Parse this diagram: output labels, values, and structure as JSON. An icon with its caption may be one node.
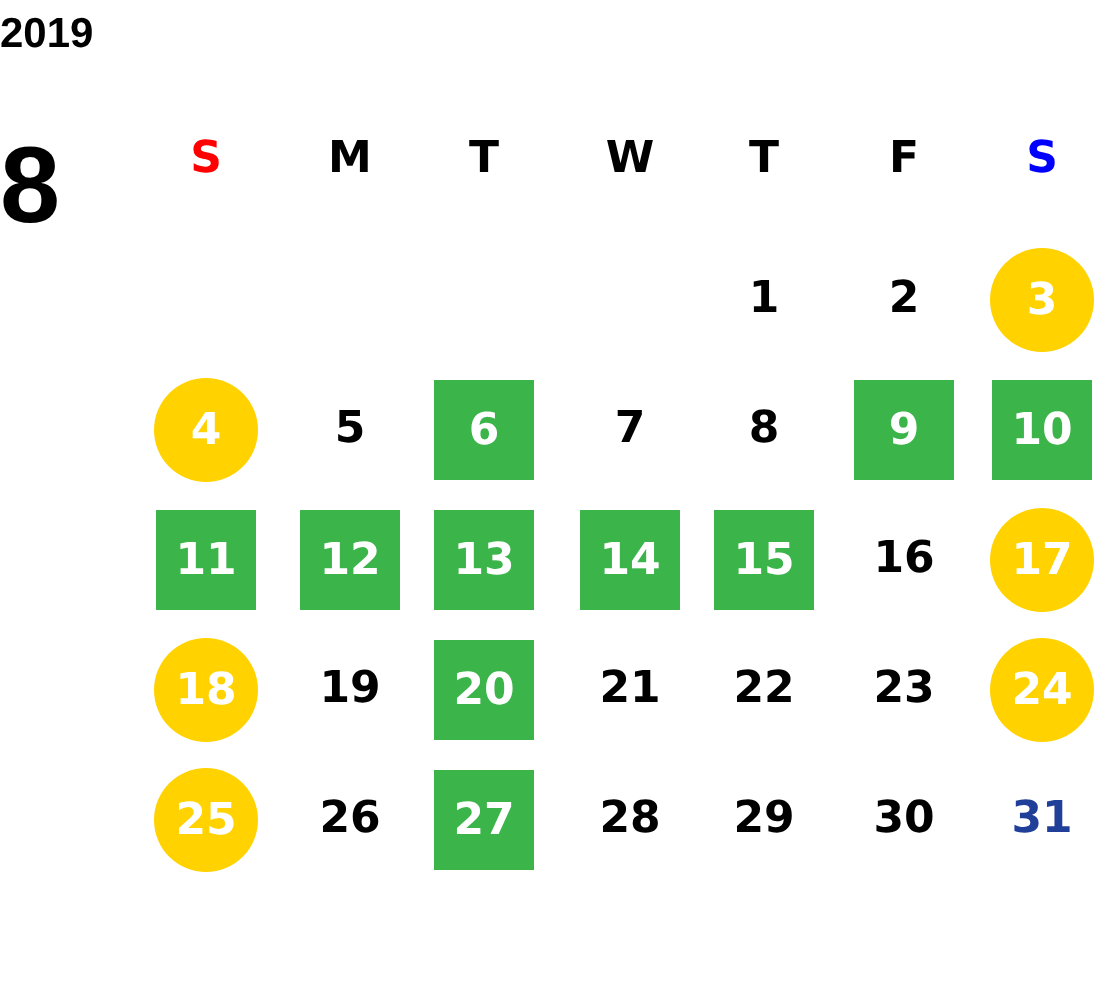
{
  "diagram": {
    "nodes": [
      {
        "text": [
          "3"
        ]
      },
      {
        "text": [
          "4"
        ]
      },
      {
        "text": [
          "6"
        ]
      },
      {
        "text": [
          "9"
        ]
      },
      {
        "text": [
          "10"
        ]
      },
      {
        "text": [
          "11"
        ]
      },
      {
        "text": [
          "12"
        ]
      },
      {
        "text": [
          "13"
        ]
      },
      {
        "text": [
          "14"
        ]
      },
      {
        "text": [
          "15"
        ]
      },
      {
        "text": [
          "17"
        ]
      },
      {
        "text": [
          "18"
        ]
      },
      {
        "text": [
          "20"
        ]
      },
      {
        "text": [
          "24"
        ]
      },
      {
        "text": [
          "25"
        ]
      },
      {
        "text": [
          "27"
        ]
      }
    ],
    "labels": [
      "2019",
      "8",
      "S",
      "M",
      "T",
      "W",
      "T",
      "F",
      "S",
      "1",
      "2",
      "5",
      "7",
      "8",
      "16",
      "19",
      "21",
      "22",
      "23",
      "26",
      "28",
      "29",
      "30",
      "31"
    ]
  }
}
